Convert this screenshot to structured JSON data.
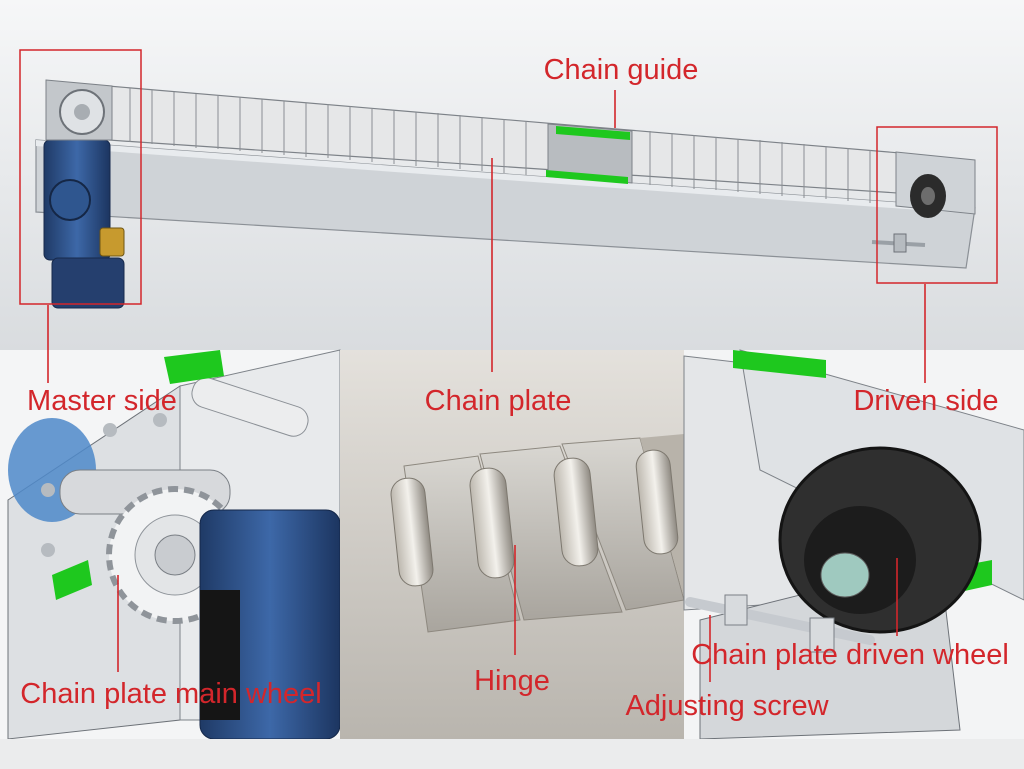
{
  "labels": {
    "chain_guide": "Chain guide",
    "master_side": "Master side",
    "chain_plate": "Chain plate",
    "driven_side": "Driven side",
    "chain_plate_main_wheel": "Chain plate main wheel",
    "hinge": "Hinge",
    "chain_plate_driven_wheel": "Chain plate driven wheel",
    "adjusting_screw": "Adjusting screw"
  },
  "colors": {
    "label": "#d3262b",
    "frame_steel": "#c9cdd1",
    "guide_green": "#1ec81e",
    "motor_blue": "#2b4f86"
  }
}
